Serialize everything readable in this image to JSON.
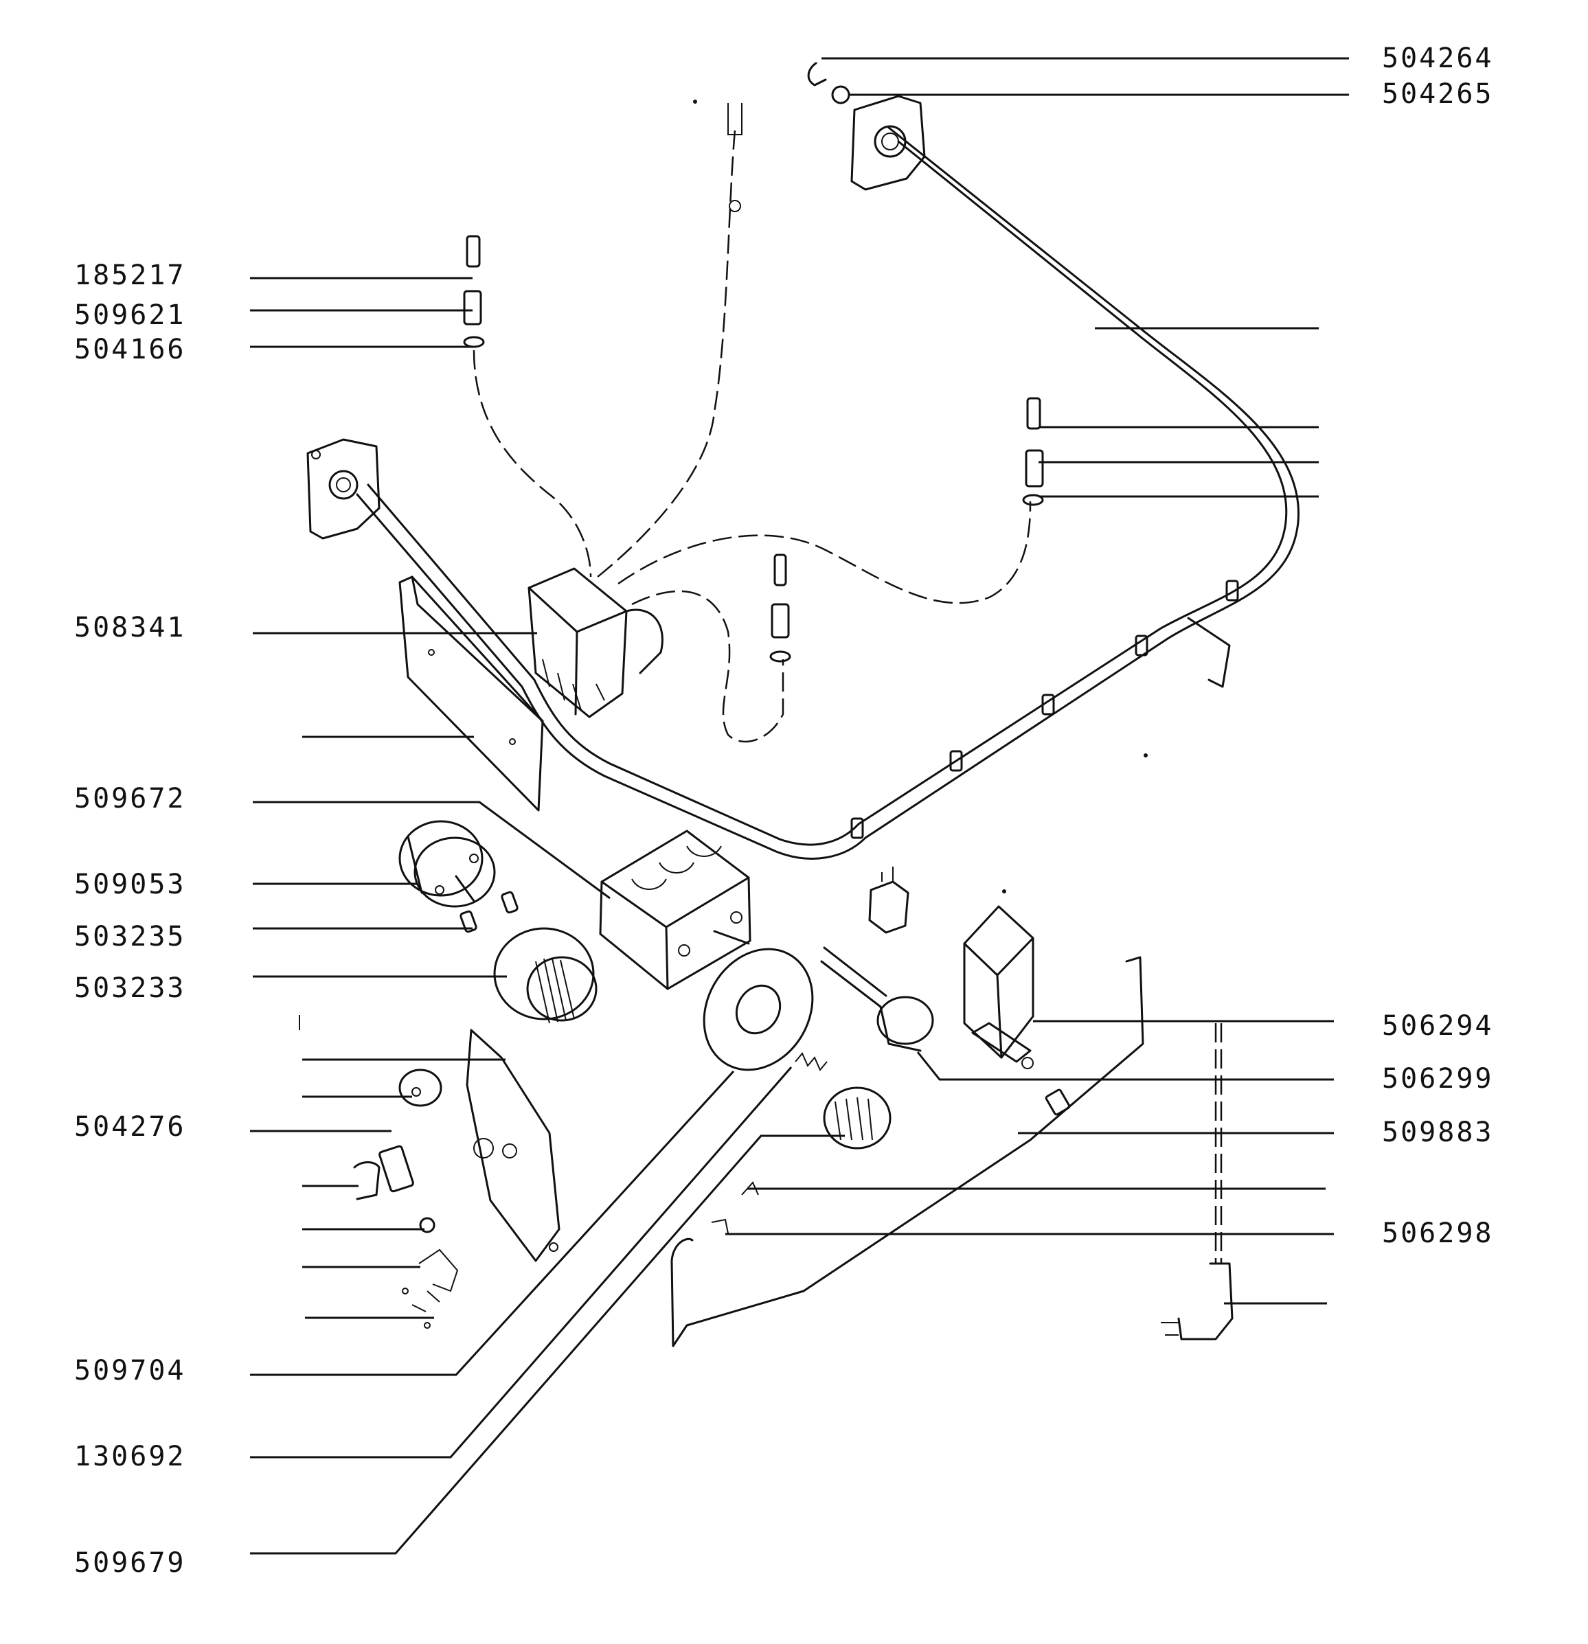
{
  "part_numbers_left": [
    {
      "key": "p185217",
      "text": "185217"
    },
    {
      "key": "p509621",
      "text": "509621"
    },
    {
      "key": "p504166",
      "text": "504166"
    },
    {
      "key": "p508341",
      "text": "508341"
    },
    {
      "key": "p509672",
      "text": "509672"
    },
    {
      "key": "p509053",
      "text": "509053"
    },
    {
      "key": "p503235",
      "text": "503235"
    },
    {
      "key": "p503233",
      "text": "503233"
    },
    {
      "key": "p504276",
      "text": "504276"
    },
    {
      "key": "p509704",
      "text": "509704"
    },
    {
      "key": "p130692",
      "text": "130692"
    },
    {
      "key": "p509679",
      "text": "509679"
    }
  ],
  "part_numbers_right": [
    {
      "key": "p504264",
      "text": "504264"
    },
    {
      "key": "p504265",
      "text": "504265"
    },
    {
      "key": "p506294",
      "text": "506294"
    },
    {
      "key": "p506299",
      "text": "506299"
    },
    {
      "key": "p509883",
      "text": "509883"
    },
    {
      "key": "p506298",
      "text": "506298"
    }
  ]
}
